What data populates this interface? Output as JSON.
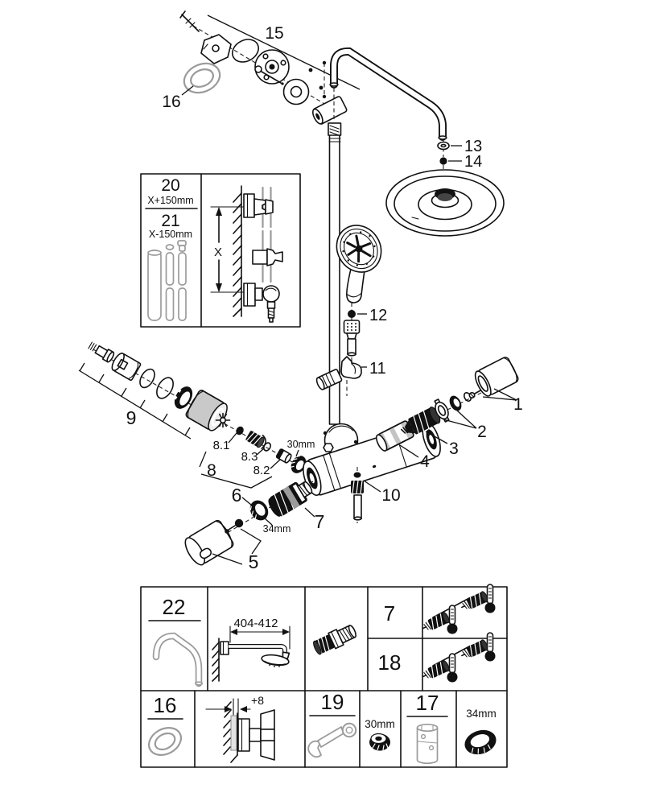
{
  "colors": {
    "line": "#111111",
    "grey_part": "#9b9b9b",
    "dark_fill": "#111111",
    "background": "#ffffff"
  },
  "labels": {
    "p1": "1",
    "p2": "2",
    "p3": "3",
    "p4": "4",
    "p5": "5",
    "p6": "6",
    "p7": "7",
    "p8": "8",
    "p8_1": "8.1",
    "p8_2": "8.2",
    "p8_3": "8.3",
    "p9": "9",
    "p10": "10",
    "p11": "11",
    "p12": "12",
    "p13": "13",
    "p14": "14",
    "p15": "15",
    "p16": "16",
    "size_30mm": "30mm",
    "size_34mm": "34mm"
  },
  "inset": {
    "p20": "20",
    "p20_length": "X+150mm",
    "p21": "21",
    "p21_length": "X-150mm",
    "dim_x": "X"
  },
  "table": {
    "p22": "22",
    "arm_range": "404-412",
    "p7": "7",
    "p18": "18",
    "p16": "16",
    "wall_offset": "+8",
    "p19": "19",
    "size_30mm": "30mm",
    "p17": "17",
    "size_34mm": "34mm"
  }
}
